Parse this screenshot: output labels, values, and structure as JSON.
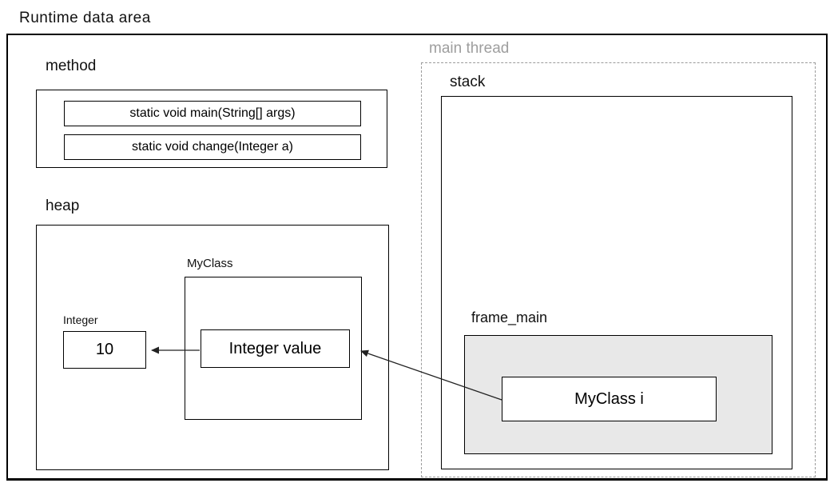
{
  "title": "Runtime data area",
  "method_area": {
    "label": "method",
    "entries": [
      "static void main(String[] args)",
      "static void change(Integer a)"
    ]
  },
  "heap_area": {
    "label": "heap",
    "myclass_object": {
      "label": "MyClass",
      "field": "Integer value"
    },
    "integer_object": {
      "label": "Integer",
      "value": "10"
    }
  },
  "thread_area": {
    "label": "main thread",
    "stack": {
      "label": "stack",
      "frame": {
        "label": "frame_main",
        "variable": "MyClass i"
      }
    }
  },
  "arrows": [
    {
      "from": "MyClass i",
      "to": "Integer value"
    },
    {
      "from": "Integer value",
      "to": "10"
    }
  ],
  "colors": {
    "border": "#000000",
    "frame_fill": "#e8e8e8",
    "thread_label_text": "#9e9e9e",
    "dashed_border": "#9b9b9b",
    "background": "#ffffff"
  }
}
